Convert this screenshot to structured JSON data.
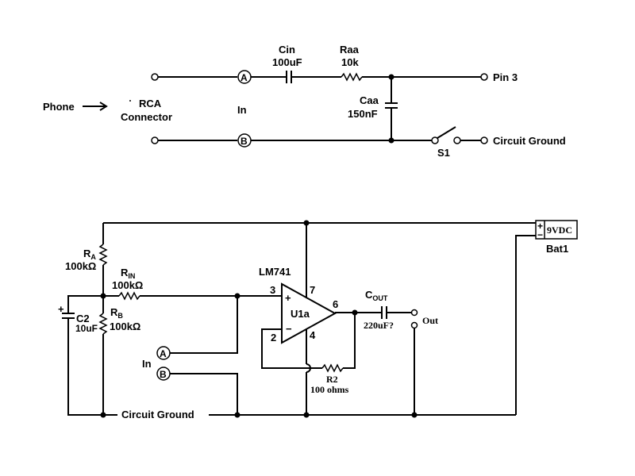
{
  "top": {
    "phone": "Phone",
    "rca_line1": "RCA",
    "rca_line2": "Connector",
    "in": "In",
    "terminal_a": "A",
    "terminal_b": "B",
    "cin_name": "Cin",
    "cin_value": "100uF",
    "raa_name": "Raa",
    "raa_value": "10k",
    "caa_name": "Caa",
    "caa_value": "150nF",
    "pin3": "Pin 3",
    "s1": "S1",
    "circuit_ground": "Circuit Ground"
  },
  "bottom": {
    "ra_main": "R",
    "ra_sub": "A",
    "ra_value": "100kΩ",
    "rin_main": "R",
    "rin_sub": "IN",
    "rin_value": "100kΩ",
    "rb_main": "R",
    "rb_sub": "B",
    "rb_value": "100kΩ",
    "c2_plus": "+",
    "c2_name": "C2",
    "c2_value": "10uF",
    "opamp_part": "LM741",
    "opamp_name": "U1a",
    "pin3": "3",
    "pin2": "2",
    "pin7": "7",
    "pin4": "4",
    "pin6": "6",
    "in_plus": "+",
    "in_minus": "−",
    "cout_main": "C",
    "cout_sub": "OUT",
    "cout_value": "220uF?",
    "out": "Out",
    "r2_name": "R2",
    "r2_value": "100 ohms",
    "terminal_a": "A",
    "terminal_b": "B",
    "in": "In",
    "circuit_ground": "Circuit Ground",
    "bat_plus": "+",
    "bat_minus": "−",
    "bat_value": "9VDC",
    "bat_name": "Bat1"
  }
}
